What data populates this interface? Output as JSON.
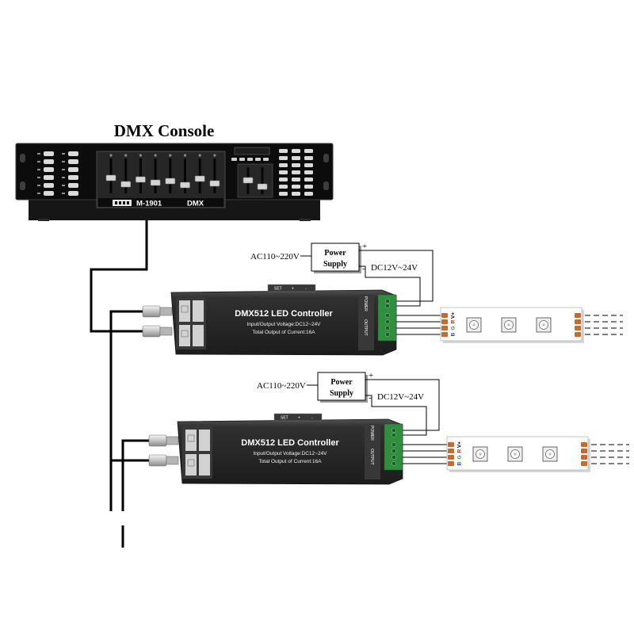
{
  "console": {
    "title": "DMX Console",
    "model": "M-1901",
    "mode": "DMX"
  },
  "units": [
    {
      "power_supply": {
        "line1": "Power",
        "line2": "Supply",
        "input": "AC110~220V",
        "output": "DC12V~24V",
        "plus": "+",
        "minus": "-"
      },
      "controller": {
        "title": "DMX512 LED Controller",
        "voltage": "Input/Output Voltage:DC12~24V",
        "current": "Total Output of Current:16A",
        "set": "SET",
        "plus": "+",
        "minus": "-",
        "power_tag": "POWER",
        "output_tag": "OUTPUT"
      },
      "strip": {
        "pins": [
          "V+",
          "R",
          "G",
          "B"
        ]
      }
    },
    {
      "power_supply": {
        "line1": "Power",
        "line2": "Supply",
        "input": "AC110~220V",
        "output": "DC12V~24V",
        "plus": "+",
        "minus": "-"
      },
      "controller": {
        "title": "DMX512 LED Controller",
        "voltage": "Input/Output Voltage:DC12~24V",
        "current": "Total Output of Current:16A",
        "set": "SET",
        "plus": "+",
        "minus": "-",
        "power_tag": "POWER",
        "output_tag": "OUTPUT"
      },
      "strip": {
        "pins": [
          "V+",
          "R",
          "G",
          "B"
        ]
      }
    }
  ],
  "colors": {
    "controller_body": "#2c2c2c",
    "terminal_block": "#2f8f3f",
    "solder_pad": "#c96a2c",
    "cable": "#000000"
  }
}
